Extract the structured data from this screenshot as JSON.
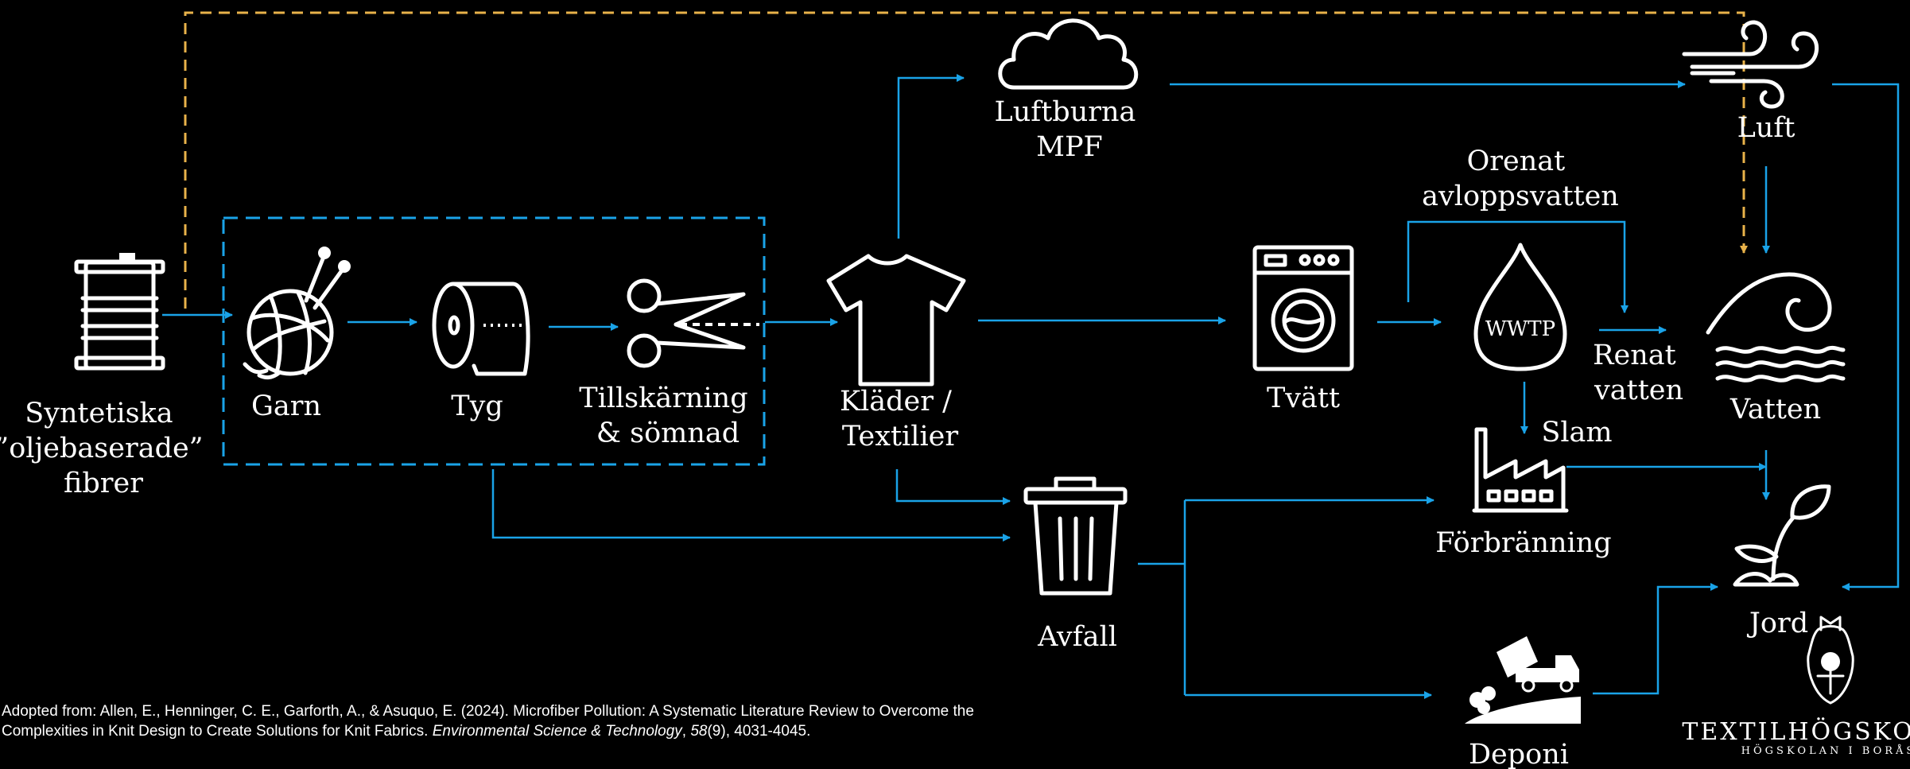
{
  "colors": {
    "background": "#000000",
    "icon": "#ffffff",
    "flow_arrow": "#1aa3e8",
    "direct_path": "#e8b24a",
    "production_box": "#1aa3e8"
  },
  "nodes": {
    "oil_barrel": {
      "icon": "oil-barrel-icon",
      "label": [
        "Syntetiska",
        "”oljebaserade”",
        "fibrer"
      ]
    },
    "yarn": {
      "icon": "yarn-ball-icon",
      "label": [
        "Garn"
      ]
    },
    "fabric": {
      "icon": "fabric-roll-icon",
      "label": [
        "Tyg"
      ]
    },
    "cutting": {
      "icon": "scissors-icon",
      "label": [
        "Tillskärning",
        "& sömnad"
      ]
    },
    "clothes": {
      "icon": "tshirt-icon",
      "label": [
        "Kläder /",
        "Textilier"
      ]
    },
    "airborne": {
      "icon": "cloud-icon",
      "label": [
        "Luftburna",
        "MPF"
      ]
    },
    "air": {
      "icon": "wind-icon",
      "label": [
        "Luft"
      ]
    },
    "washing": {
      "icon": "washing-machine-icon",
      "label": [
        "Tvätt"
      ]
    },
    "untreated_water": {
      "label": [
        "Orenat",
        "avloppsvatten"
      ]
    },
    "wwtp": {
      "icon": "water-drop-icon",
      "icon_text": "WWTP"
    },
    "treated_water": {
      "label": [
        "Renat",
        "vatten"
      ]
    },
    "water": {
      "icon": "wave-icon",
      "label": [
        "Vatten"
      ]
    },
    "sludge": {
      "label": [
        "Slam"
      ]
    },
    "incineration": {
      "icon": "factory-icon",
      "label": [
        "Förbränning"
      ]
    },
    "waste": {
      "icon": "trash-bin-icon",
      "label": [
        "Avfall"
      ]
    },
    "soil": {
      "icon": "sprout-icon",
      "label": [
        "Jord"
      ]
    },
    "landfill": {
      "icon": "dump-truck-icon",
      "label": [
        "Deponi"
      ]
    }
  },
  "logo": {
    "name": "TEXTILHÖGSKOLAN",
    "subtitle": "HÖGSKOLAN I BORÅS",
    "icon": "crest-icon"
  },
  "citation": {
    "before_journal": "Adopted from: Allen, E., Henninger, C. E., Garforth, A., & Asuquo, E. (2024). Microfiber Pollution: A Systematic Literature Review to Overcome the Complexities in Knit Design to Create Solutions for Knit Fabrics. ",
    "journal": "Environmental Science & Technology",
    "volume_sep": ", ",
    "volume": "58",
    "issue_pages": "(9), 4031-4045."
  }
}
